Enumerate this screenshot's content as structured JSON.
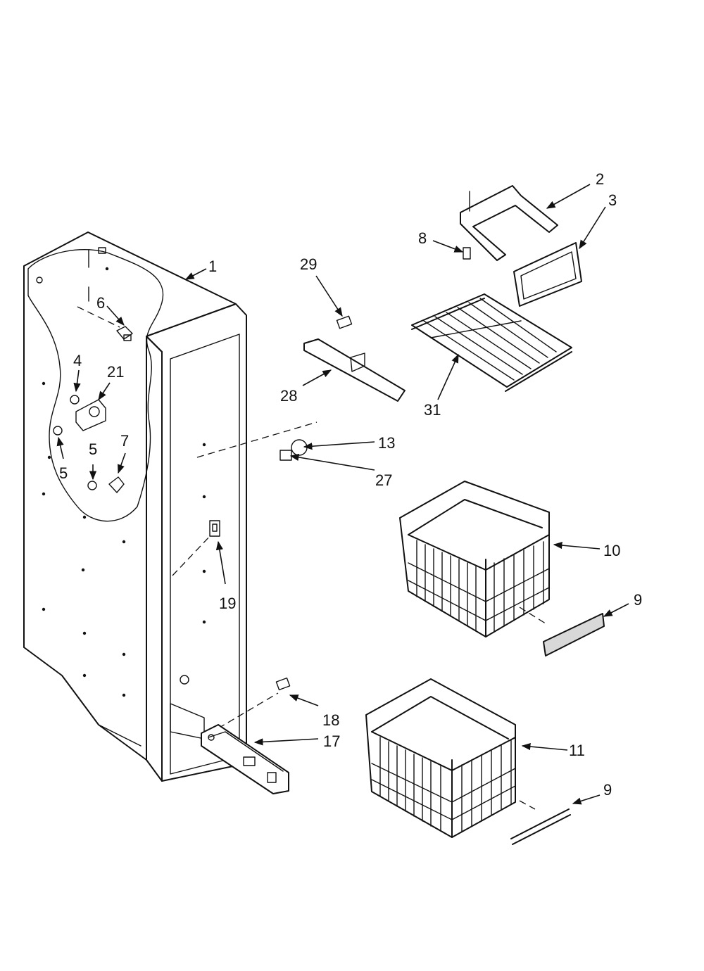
{
  "callouts": {
    "c1": "1",
    "c2": "2",
    "c3": "3",
    "c4": "4",
    "c5a": "5",
    "c5b": "5",
    "c6": "6",
    "c7": "7",
    "c8": "8",
    "c9a": "9",
    "c9b": "9",
    "c10": "10",
    "c11": "11",
    "c13": "13",
    "c17": "17",
    "c18": "18",
    "c19": "19",
    "c21": "21",
    "c27": "27",
    "c28": "28",
    "c29": "29",
    "c31": "31"
  }
}
